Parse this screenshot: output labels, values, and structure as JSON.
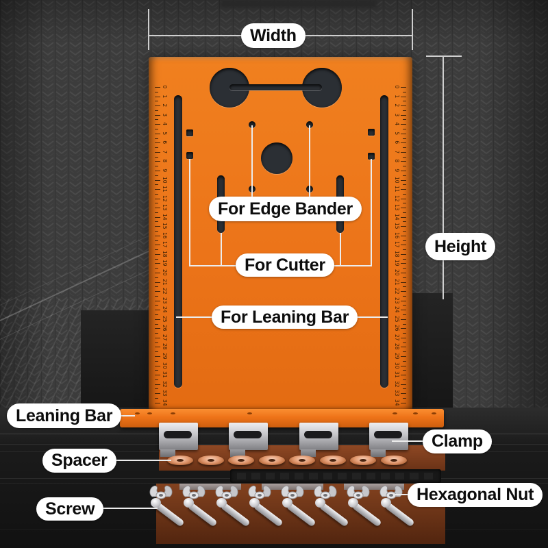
{
  "dimension_labels": {
    "width": "Width",
    "height": "Height"
  },
  "callouts": {
    "edge_bander": "For Edge Bander",
    "cutter": "For Cutter",
    "leaning_bar_slot": "For Leaning Bar",
    "leaning_bar": "Leaning Bar",
    "clamp": "Clamp",
    "spacer": "Spacer",
    "hexagonal_nut": "Hexagonal Nut",
    "screw": "Screw"
  },
  "ruler": {
    "min": 0,
    "max": 34
  },
  "hardware": {
    "clamp_count": 4,
    "spacer_count": 8,
    "hexagonal_nut_count": 8,
    "screw_count": 8
  },
  "colors": {
    "plate_orange": "#ec7419",
    "leaning_bar_orange": "#ee7318",
    "background_gray": "#3c3c3c",
    "pill_background": "#ffffff",
    "pill_text": "#0d0d0d",
    "annotation_line": "#ececec",
    "clamp_metal": "#c4c4c8",
    "spacer_copper": "#e29a71",
    "wood_panel_brown": "#7c3a1c",
    "screw_silver": "#cacace"
  }
}
